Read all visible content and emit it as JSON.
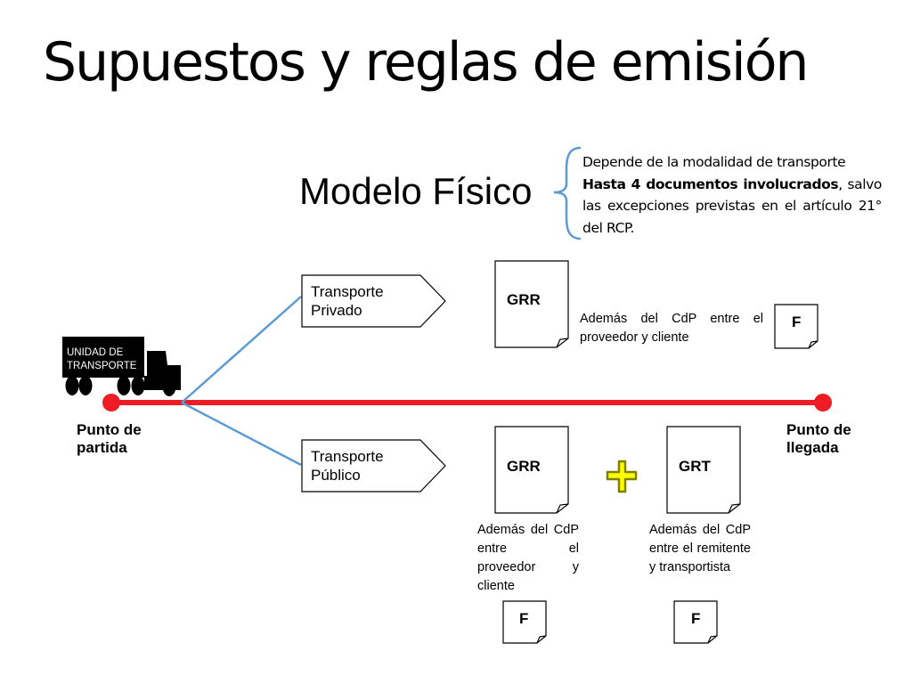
{
  "slide": {
    "title": "Supuestos y reglas de emisión",
    "model_title": "Modelo Físico",
    "note_line1": "Depende de la modalidad de transporte",
    "note_bold": "Hasta 4 documentos involucrados",
    "note_rest": ", salvo las excepciones previstas en el artículo 21° del RCP."
  },
  "diagram": {
    "truck_label_1": "UNIDAD DE",
    "truck_label_2": "TRANSPORTE",
    "start_label_1": "Punto de",
    "start_label_2": "partida",
    "end_label_1": "Punto de",
    "end_label_2": "llegada",
    "private_1": "Transporte",
    "private_2": "Privado",
    "public_1": "Transporte",
    "public_2": "Público",
    "grr_top": "GRR",
    "f_top": "F",
    "note_private": "Además del CdP entre el proveedor y cliente",
    "grr_bottom": "GRR",
    "plus": "+",
    "grt": "GRT",
    "note_public_grr": "Además del CdP entre el proveedor y cliente",
    "note_public_grt": "Además del CdP entre el remitente y transportista",
    "f_bottom_left": "F",
    "f_bottom_right": "F"
  },
  "colors": {
    "timeline": "#ee1c24",
    "branch": "#5b9bd5",
    "brace": "#5b9bd5",
    "plus_fill": "#ffff00",
    "plus_stroke": "#7f7f00"
  }
}
